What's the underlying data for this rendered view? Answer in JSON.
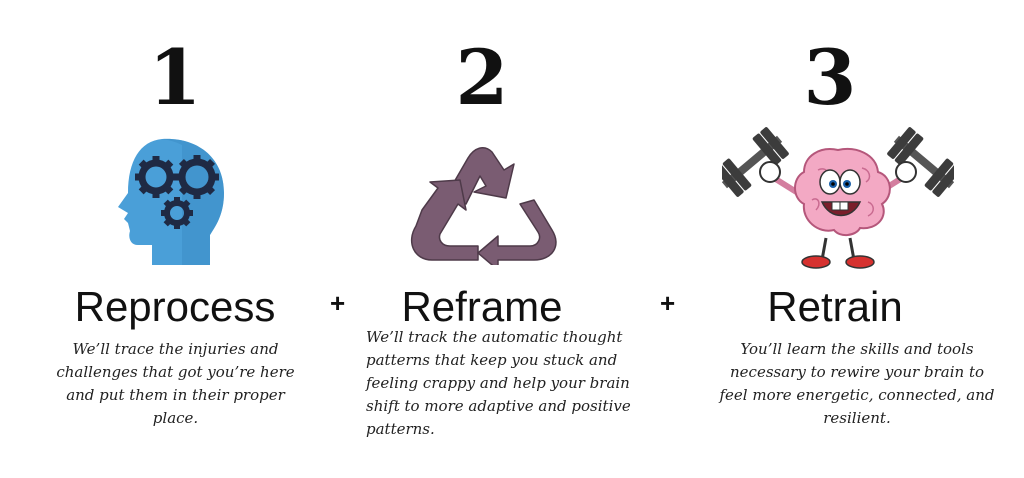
{
  "steps": [
    {
      "number": "1",
      "title": "Reprocess",
      "description": "We’ll trace the injuries and challenges that got you’re here and put them in their proper place.",
      "icon": "head-gears-icon"
    },
    {
      "number": "2",
      "title": "Reframe",
      "description": "We’ll track the automatic thought patterns that keep you stuck and feeling crappy and help your brain shift to more adaptive and positive patterns.",
      "icon": "recycle-arrows-icon"
    },
    {
      "number": "3",
      "title": "Retrain",
      "description": "You’ll learn the skills and tools necessary to rewire your brain to feel more energetic, connected, and resilient.",
      "icon": "brain-dumbbells-icon"
    }
  ],
  "separators": [
    "+",
    "+"
  ],
  "colors": {
    "head": "#4a9fd8",
    "gears": "#1f2a44",
    "recycle": "#7a5c72",
    "brain": "#f3a9c4",
    "dumbbell": "#3c3c3c"
  }
}
